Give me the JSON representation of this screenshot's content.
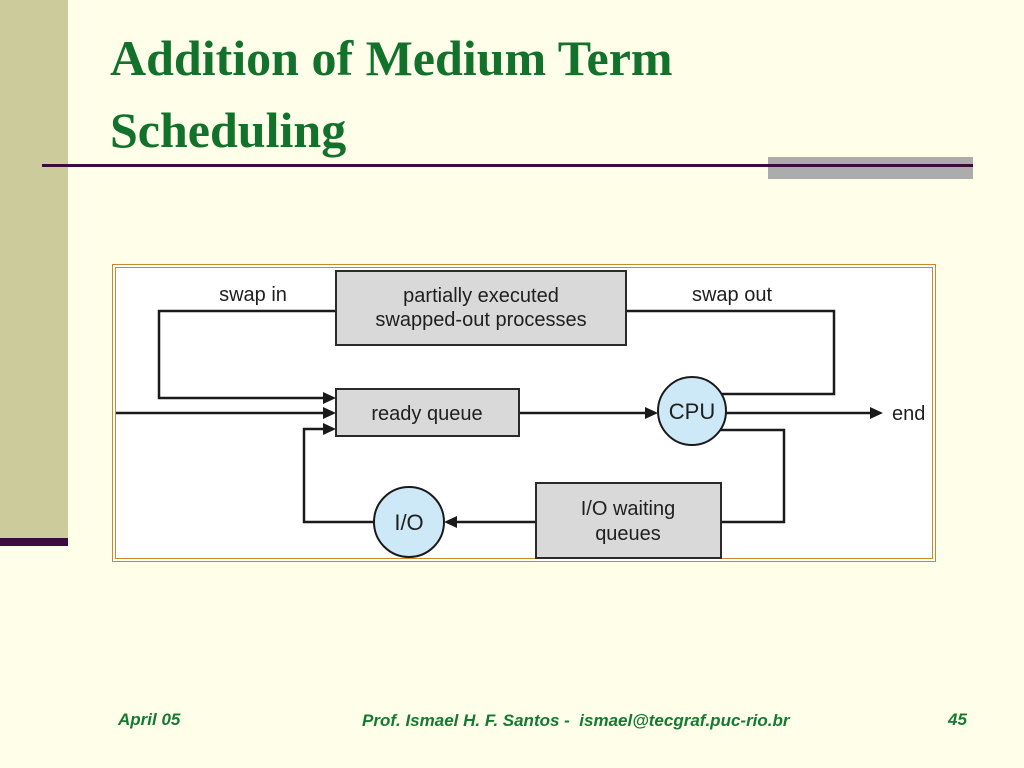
{
  "slide": {
    "title": "Addition of Medium Term Scheduling",
    "footer": {
      "date": "April 05",
      "author": "Prof. Ismael H. F. Santos -  ismael@tecgraf.puc-rio.br",
      "page_number": "45"
    }
  },
  "diagram": {
    "labels": {
      "swap_in": "swap in",
      "swap_out": "swap out",
      "top_box_line1": "partially executed",
      "top_box_line2": "swapped-out processes",
      "ready_queue": "ready queue",
      "cpu": "CPU",
      "io": "I/O",
      "io_wait_line1": "I/O waiting",
      "io_wait_line2": "queues",
      "end": "end"
    }
  },
  "colors": {
    "background": "#FEFEE9",
    "sidebar": "#CBCB9B",
    "divider_purple": "#3C0D3C",
    "rule_gray": "#ACACAC",
    "title_green": "#12722B",
    "footer_green": "#147A32",
    "diagram_border_orange": "#C9882F",
    "node_gray": "#D9D9D9",
    "node_blue": "#CDE8F6",
    "line_black": "#1A1A1A"
  }
}
